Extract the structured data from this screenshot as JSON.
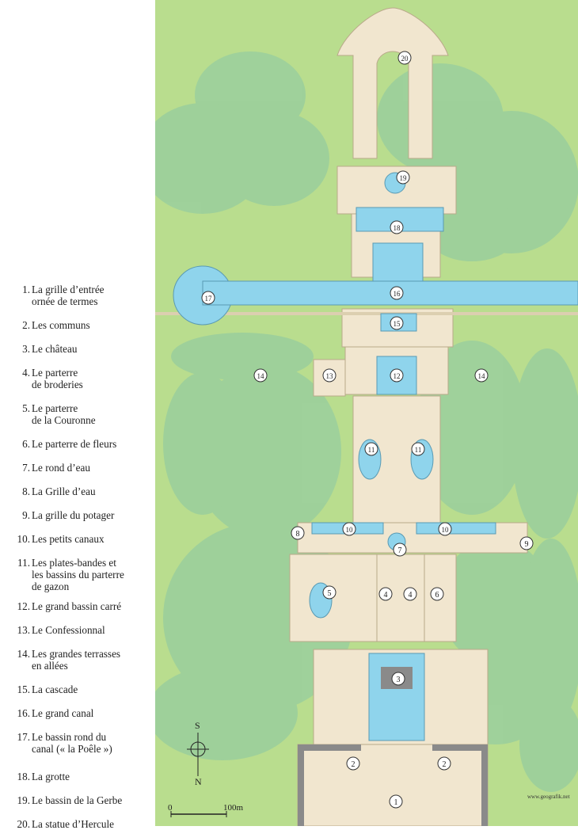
{
  "legend": [
    {
      "num": "1.",
      "lines": [
        "La grille d’entrée",
        "ornée de termes"
      ]
    },
    {
      "num": "2.",
      "lines": [
        "Les communs"
      ]
    },
    {
      "num": "3.",
      "lines": [
        "Le château"
      ]
    },
    {
      "num": "4.",
      "lines": [
        "Le parterre",
        "de broderies"
      ]
    },
    {
      "num": "5.",
      "lines": [
        "Le parterre",
        "de la Couronne"
      ]
    },
    {
      "num": "6.",
      "lines": [
        "Le parterre de fleurs"
      ]
    },
    {
      "num": "7.",
      "lines": [
        "Le rond d’eau"
      ]
    },
    {
      "num": "8.",
      "lines": [
        "La Grille d’eau"
      ]
    },
    {
      "num": "9.",
      "lines": [
        "La grille du potager"
      ]
    },
    {
      "num": "10.",
      "lines": [
        "Les petits canaux"
      ]
    },
    {
      "num": "11.",
      "lines": [
        "Les plates-bandes et",
        "les bassins du parterre",
        "de gazon"
      ]
    },
    {
      "num": "12.",
      "lines": [
        "Le grand bassin carré"
      ]
    },
    {
      "num": "13.",
      "lines": [
        "Le Confessionnal"
      ]
    },
    {
      "num": "14.",
      "lines": [
        "Les grandes terrasses",
        "en allées"
      ]
    },
    {
      "num": "15.",
      "lines": [
        "La cascade"
      ]
    },
    {
      "num": "16.",
      "lines": [
        "Le grand canal"
      ]
    },
    {
      "num": "17.",
      "lines": [
        "Le bassin rond du",
        "canal (« la Poêle »)"
      ]
    },
    {
      "num": "18.",
      "lines": [
        "La grotte"
      ]
    },
    {
      "num": "19.",
      "lines": [
        "Le bassin de la Gerbe"
      ]
    },
    {
      "num": "20.",
      "lines": [
        "La statue d’Hercule"
      ]
    }
  ],
  "map": {
    "markers": [
      "1",
      "2",
      "2",
      "3",
      "4",
      "4",
      "5",
      "6",
      "7",
      "8",
      "9",
      "10",
      "10",
      "11",
      "11",
      "12",
      "13",
      "14",
      "14",
      "15",
      "16",
      "17",
      "18",
      "19",
      "20"
    ],
    "compass": {
      "south": "S",
      "north": "N"
    },
    "scale": {
      "start": "0",
      "end": "100m"
    },
    "credit": "www.geografik.net"
  },
  "colors": {
    "grass": "#b9dd8e",
    "trees": "#9ccf9c",
    "path": "#f1e6cf",
    "water": "#8fd4ec",
    "building": "#8a8a8a",
    "text": "#222222"
  }
}
